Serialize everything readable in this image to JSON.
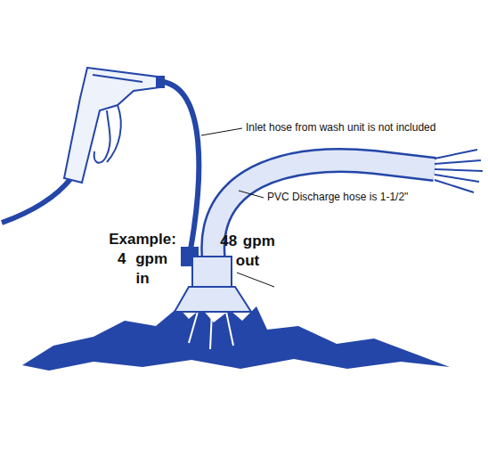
{
  "diagram": {
    "labels": [
      "Inlet hose from wash unit is not included",
      "PVC Discharge hose is 1-1/2\"",
      "Example: 4 gpm in",
      "48 gpm out"
    ]
  }
}
